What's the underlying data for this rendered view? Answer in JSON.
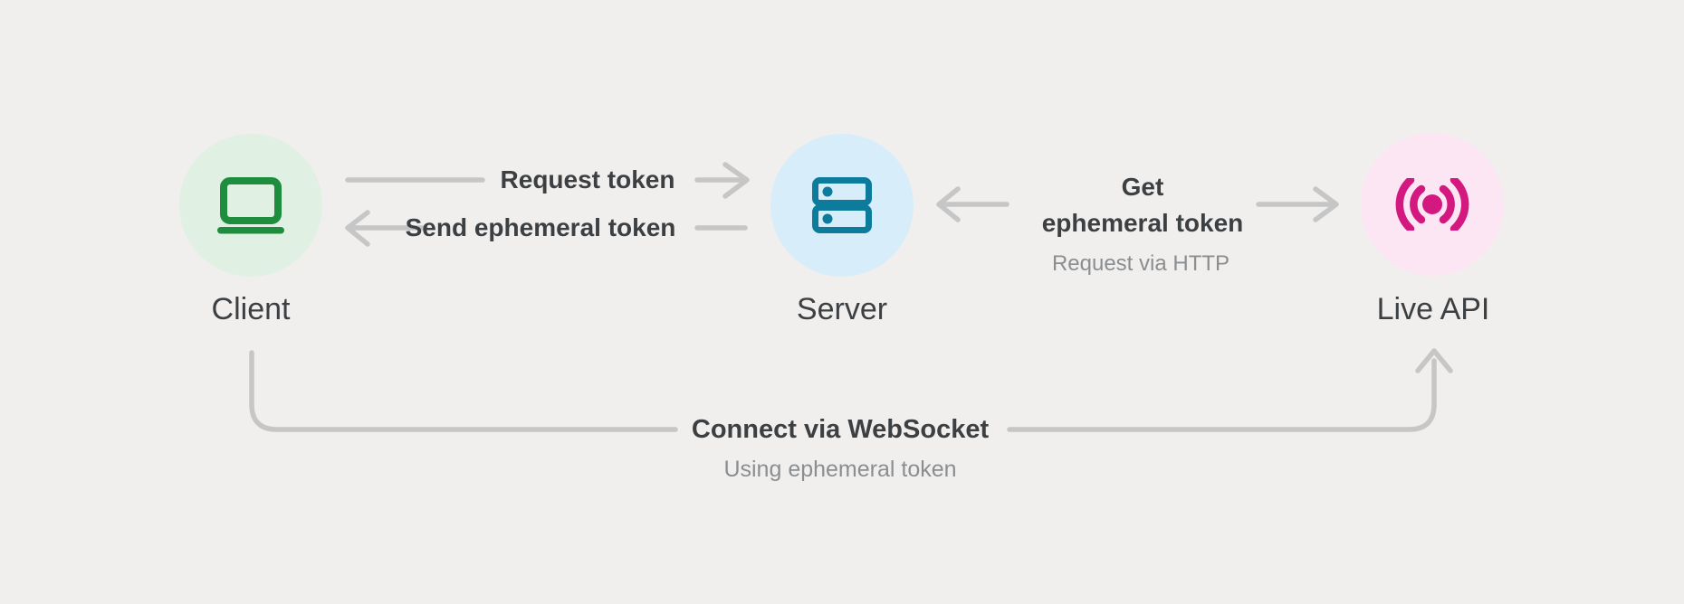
{
  "diagram": {
    "nodes": {
      "client": {
        "label": "Client",
        "icon": "laptop-icon"
      },
      "server": {
        "label": "Server",
        "icon": "server-rack-icon"
      },
      "live_api": {
        "label": "Live API",
        "icon": "broadcast-icon"
      }
    },
    "edges": {
      "request_token": {
        "label": "Request token",
        "from": "client",
        "to": "server"
      },
      "send_ephemeral": {
        "label": "Send ephemeral token",
        "from": "server",
        "to": "client"
      },
      "get_ephemeral": {
        "label_line1": "Get",
        "label_line2": "ephemeral token",
        "sublabel": "Request via HTTP",
        "between": "server and live_api"
      },
      "connect_websocket": {
        "label": "Connect via WebSocket",
        "sublabel": "Using ephemeral token",
        "from": "client",
        "to": "live_api"
      }
    },
    "colors": {
      "background": "#f1efed",
      "connector": "#c6c6c6",
      "label_dark": "#3c4043",
      "sublabel_gray": "#8b8e91",
      "client_icon": "#1e8e3e",
      "client_circle": "#e0f0e3",
      "server_icon": "#0c7b9c",
      "server_circle": "#d7edfa",
      "live_api_icon": "#d3197f",
      "live_api_circle": "#fce6f3"
    }
  }
}
